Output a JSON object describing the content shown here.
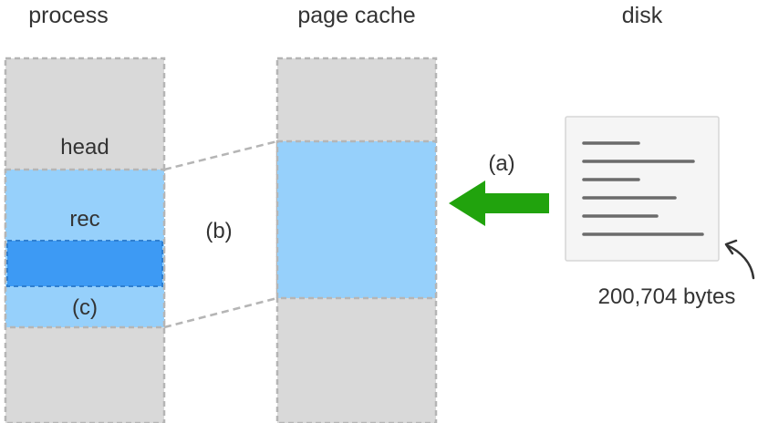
{
  "columns": {
    "process": "process",
    "page_cache": "page cache",
    "disk": "disk"
  },
  "labels": {
    "head": "head",
    "rec": "rec",
    "c": "(c)",
    "b": "(b)",
    "a": "(a)",
    "size": "200,704 bytes"
  },
  "colors": {
    "column_fill": "#d9d9d9",
    "column_border": "#b5b5b5",
    "light_blue": "#96d0fb",
    "dark_blue": "#3d9af4",
    "arrow_green": "#21a30d",
    "doc_fill": "#f5f5f5",
    "doc_border": "#d6d6d6",
    "doc_lines": "#6b6b6b",
    "text": "#333333"
  }
}
